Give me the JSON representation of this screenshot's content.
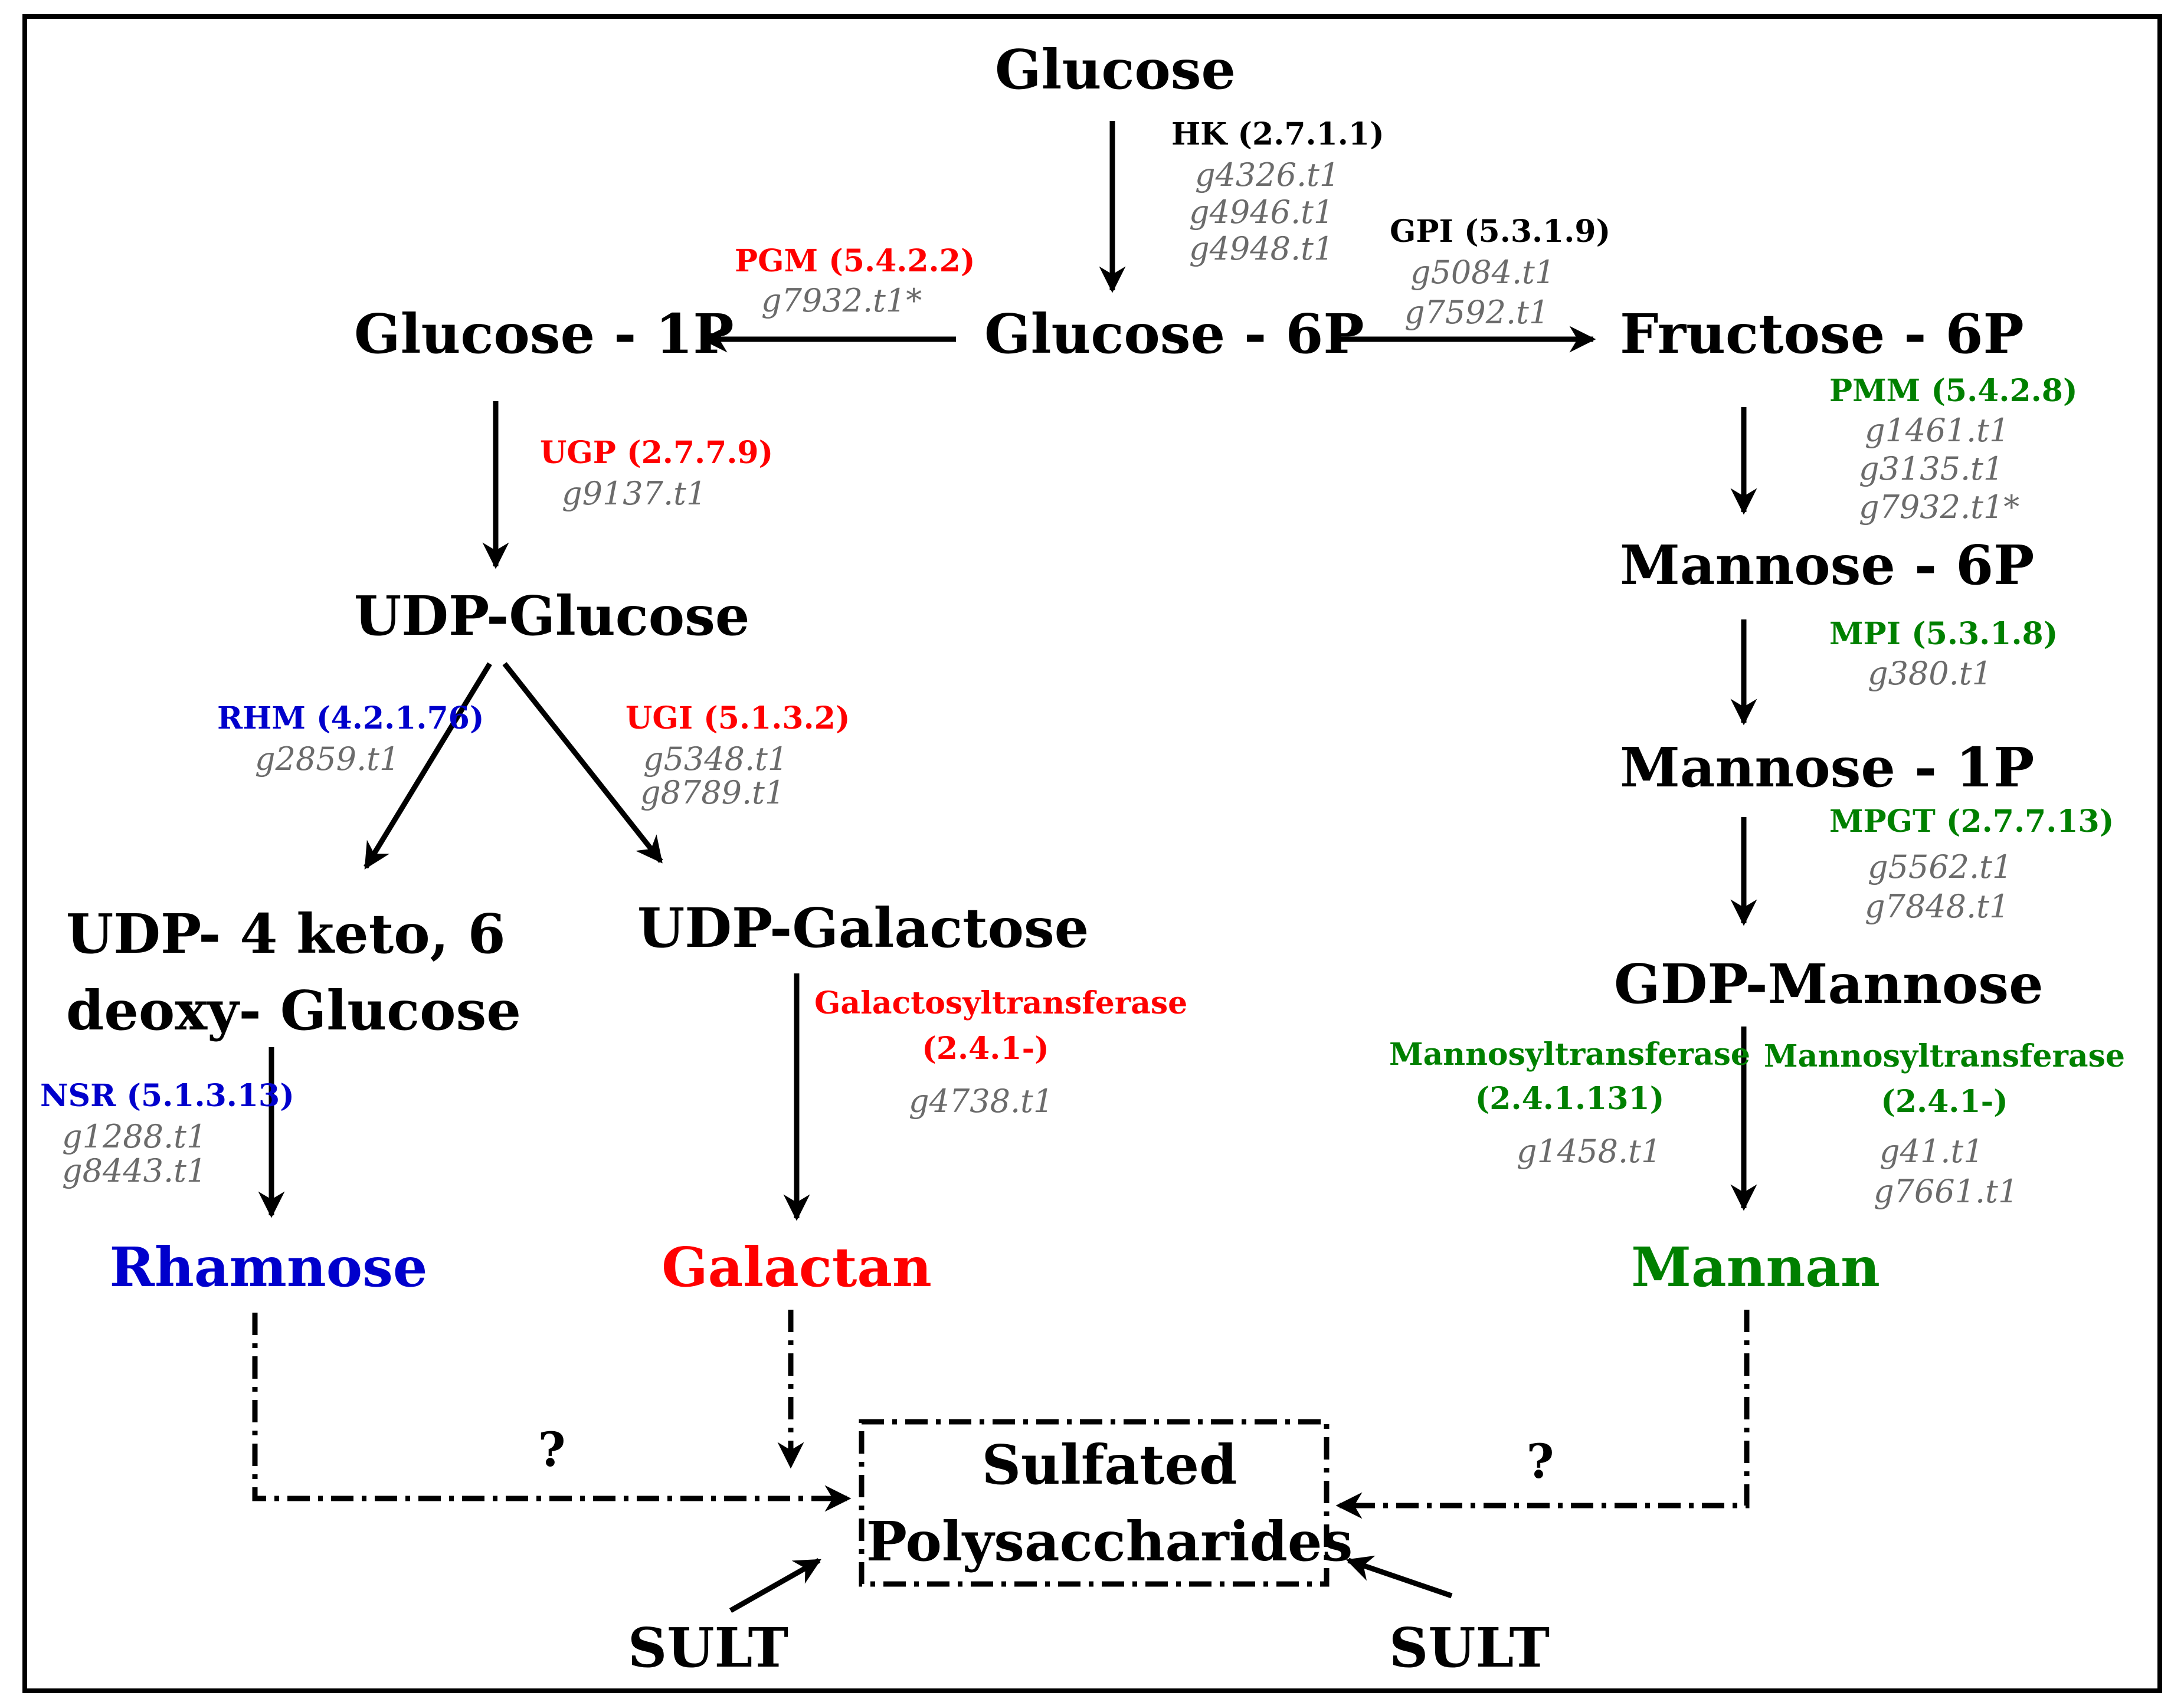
{
  "colors": {
    "black": "#000000",
    "red": "#ff0000",
    "blue": "#0000cc",
    "green": "#008000",
    "gene_gray": "#6b6b6b"
  },
  "nodes": {
    "glucose": "Glucose",
    "glucose_6p": "Glucose - 6P",
    "glucose_1p": "Glucose - 1P",
    "fructose_6p": "Fructose - 6P",
    "udp_glucose": "UDP-Glucose",
    "mannose_6p": "Mannose - 6P",
    "mannose_1p": "Mannose - 1P",
    "gdp_mannose": "GDP-Mannose",
    "udp_keto_line1": "UDP- 4 keto, 6",
    "udp_keto_line2": "deoxy- Glucose",
    "udp_galactose": "UDP-Galactose",
    "sulfated_line1": "Sulfated",
    "sulfated_line2": "Polysaccharides",
    "sult_left": "SULT",
    "sult_right": "SULT"
  },
  "products": {
    "rhamnose": "Rhamnose",
    "galactan": "Galactan",
    "mannan": "Mannan"
  },
  "enzymes": {
    "hk": {
      "label": "HK (2.7.1.1)",
      "genes": [
        "g4326.t1",
        "g4946.t1",
        "g4948.t1"
      ]
    },
    "pgm": {
      "label": "PGM (5.4.2.2)",
      "genes": [
        "g7932.t1*"
      ]
    },
    "gpi": {
      "label": "GPI (5.3.1.9)",
      "genes": [
        "g5084.t1",
        "g7592.t1"
      ]
    },
    "ugp": {
      "label": "UGP (2.7.7.9)",
      "genes": [
        "g9137.t1"
      ]
    },
    "pmm": {
      "label": "PMM (5.4.2.8)",
      "genes": [
        "g1461.t1",
        "g3135.t1",
        "g7932.t1*"
      ]
    },
    "mpi": {
      "label": "MPI (5.3.1.8)",
      "genes": [
        "g380.t1"
      ]
    },
    "mpgt": {
      "label": "MPGT (2.7.7.13)",
      "genes": [
        "g5562.t1",
        "g7848.t1"
      ]
    },
    "rhm": {
      "label": "RHM (4.2.1.76)",
      "genes": [
        "g2859.t1"
      ]
    },
    "ugi": {
      "label": "UGI (5.1.3.2)",
      "genes": [
        "g5348.t1",
        "g8789.t1"
      ]
    },
    "nsr": {
      "label": "NSR (5.1.3.13)",
      "genes": [
        "g1288.t1",
        "g8443.t1"
      ]
    },
    "galt": {
      "label_line1": "Galactosyltransferase",
      "label_line2": "(2.4.1-)",
      "genes": [
        "g4738.t1"
      ]
    },
    "mant1": {
      "label_line1": "Mannosyltransferase",
      "label_line2": "(2.4.1.131)",
      "genes": [
        "g1458.t1"
      ]
    },
    "mant2": {
      "label_line1": "Mannosyltransferase",
      "label_line2": "(2.4.1-)",
      "genes": [
        "g41.t1",
        "g7661.t1"
      ]
    }
  },
  "unknown_marks": {
    "left": "?",
    "right": "?"
  }
}
